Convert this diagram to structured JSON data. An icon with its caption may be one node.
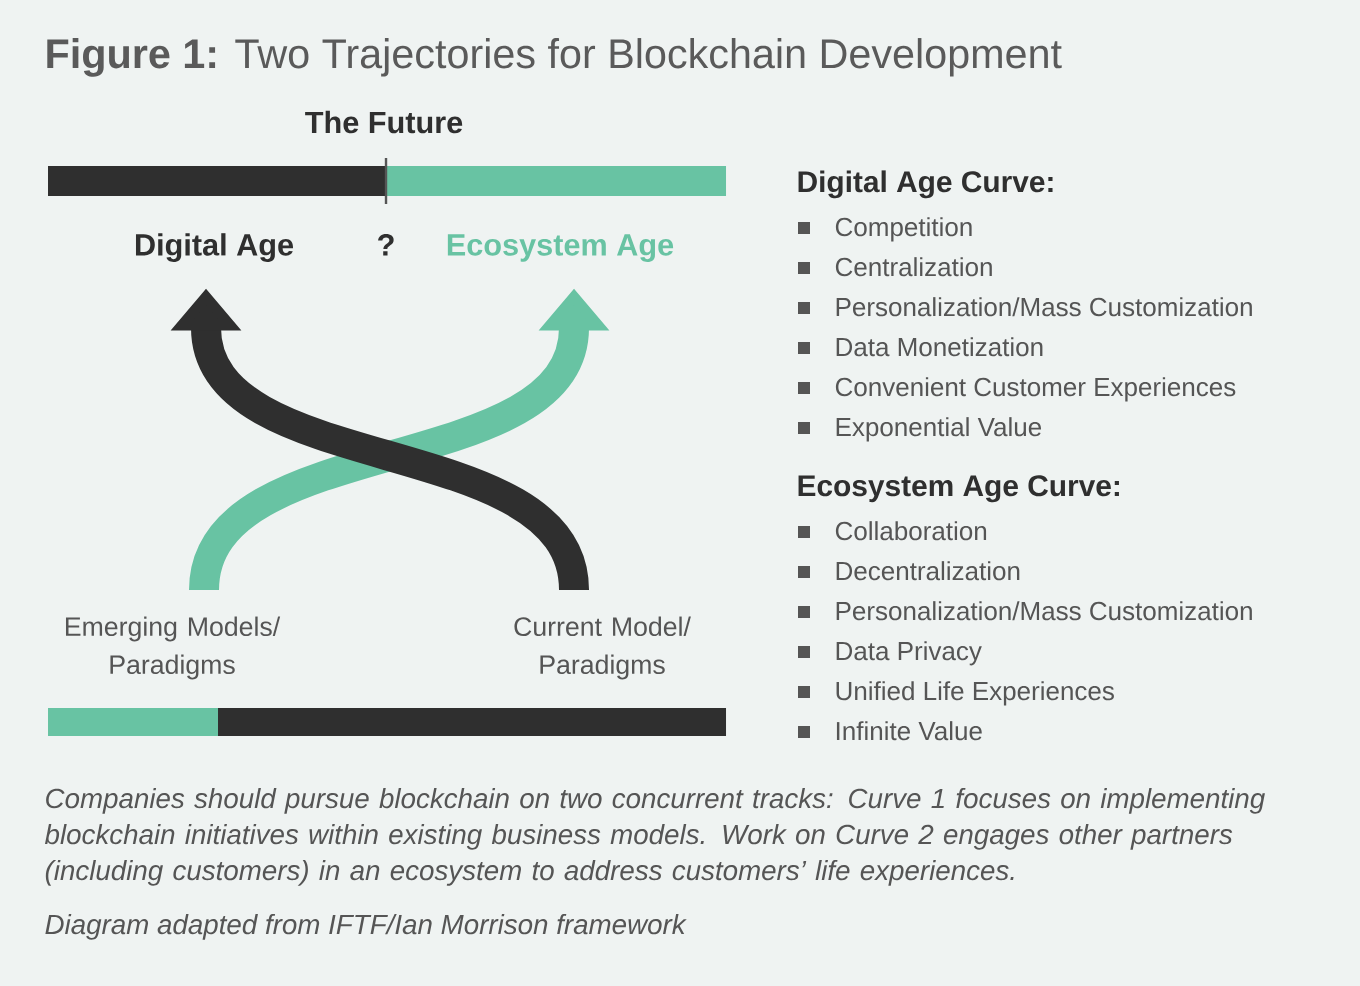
{
  "diagram": {
    "title": "**Figure 1:** Two Trajectories for Blockchain Development",
    "caption": "Companies should pursue blockchain on two concurrent tracks: Curve 1 focuses on implementing blockchain initiatives within existing business models. Work on Curve 2 engages other partners (including customers) in an ecosystem to address customers’ life experiences.",
    "nodes": [
      {
        "text": [
          "Digital Age"
        ]
      },
      {
        "text": [
          "Ecosystem Age"
        ]
      },
      {
        "text": [
          "Emerging Models/ Paradigms"
        ]
      },
      {
        "text": [
          "Current Model/ Paradigms"
        ]
      }
    ],
    "edges": [
      {
        "from": 2,
        "to": 1,
        "arrow": "to",
        "color": "#68c3a3"
      },
      {
        "from": 3,
        "to": 0,
        "arrow": "to",
        "color": "#2f2f2f"
      }
    ],
    "labels": [
      "The Future",
      "?",
      "Digital Age Curve:",
      "Competition",
      "Centralization",
      "Personalization/Mass Customization",
      "Data Monetization",
      "Convenient Customer Experiences",
      "Exponential Value",
      "Ecosystem Age Curve:",
      "Collaboration",
      "Decentralization",
      "Personalization/Mass Customization",
      "Data Privacy",
      "Unified Life Experiences",
      "Infinite Value",
      "Diagram adapted from IFTF/Ian Morrison framework"
    ]
  }
}
